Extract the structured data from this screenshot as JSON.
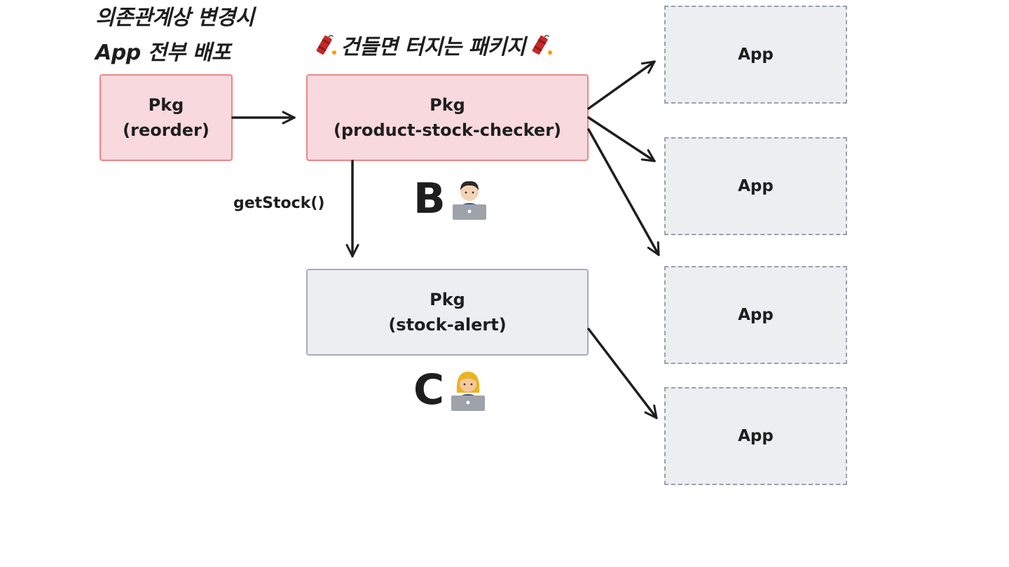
{
  "notes": {
    "left_line1": "의존관계상 변경시",
    "left_line2": "App 전부 배포",
    "warning": "건들면 터지는 패키지"
  },
  "packages": {
    "reorder": {
      "line1": "Pkg",
      "line2": "(reorder)"
    },
    "checker": {
      "line1": "Pkg",
      "line2": "(product-stock-checker)"
    },
    "alert": {
      "line1": "Pkg",
      "line2": "(stock-alert)"
    }
  },
  "apps": [
    "App",
    "App",
    "App",
    "App"
  ],
  "edge_label": "getStock()",
  "owners": {
    "b": "B",
    "c": "C"
  },
  "icons": {
    "dynamite": "dynamite-icon",
    "developer_man": "man-technologist-icon",
    "developer_woman": "woman-technologist-icon"
  },
  "colors": {
    "red_fill": "#f8d9dd",
    "red_stroke": "#ee8585",
    "grey_fill": "#eceef1",
    "grey_stroke": "#a7adb6",
    "ink": "#1e1e1e"
  }
}
